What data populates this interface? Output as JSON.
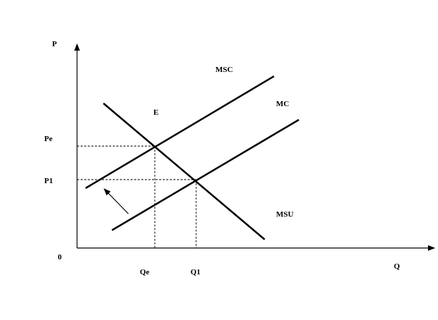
{
  "labels": {
    "y_axis": "P",
    "x_axis": "Q",
    "origin": "0",
    "msc": "MSC",
    "mc": "MC",
    "msu": "MSU",
    "e": "E",
    "pe": "Pe",
    "p1": "P1",
    "qe": "Qe",
    "q1": "Q1"
  }
}
